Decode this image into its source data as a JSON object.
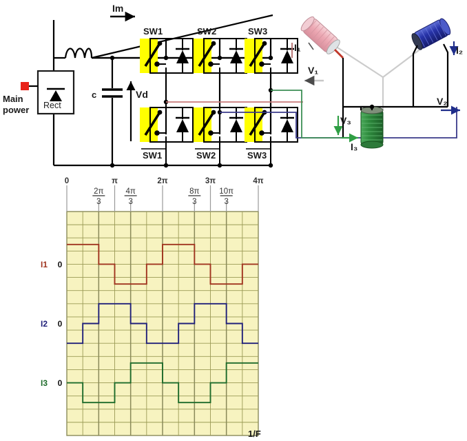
{
  "title": "Three-phase inverter circuit with six-step phase current waveforms",
  "circuit": {
    "source_label_line1": "Main",
    "source_label_line2": "power",
    "rectifier_label": "Rect",
    "capacitor_label": "c",
    "dc_bus_voltage_label": "Vd",
    "motor_current_label": "Im",
    "upper_switches": [
      "SW1",
      "SW2",
      "SW3"
    ],
    "lower_switches": [
      "SW1",
      "SW2",
      "SW3"
    ],
    "lower_switch_overline": true,
    "phase_currents": [
      "I",
      "I",
      "I"
    ],
    "phase_current_labels": [
      "I₁",
      "I₂",
      "I₃"
    ],
    "phase_voltage_labels": [
      "V₁",
      "V₂",
      "V₃"
    ],
    "colors": {
      "phase1": "#c0392b",
      "phase1_coil": "#e9a8b0",
      "phase2": "#1f2d8a",
      "phase2_coil": "#2233aa",
      "phase3": "#1e7a32",
      "phase3_coil": "#2f9e44",
      "source_marker": "#e8231a",
      "switch_highlight": "#ffff00",
      "wire": "#000000"
    }
  },
  "chart_data": {
    "type": "line",
    "subtype": "six-step-square-wave",
    "title": "",
    "xlabel": "1/F",
    "ylabel": "",
    "grid": true,
    "legend_position": "left-axis",
    "background": "#f7f3c0",
    "grid_color": "#9a9a55",
    "x_tick_labels": [
      "0",
      "2π/3",
      "π",
      "4π/3",
      "2π",
      "8π/3",
      "3π",
      "10π/3",
      "4π"
    ],
    "x_tick_values": [
      0,
      2.0943951,
      3.1415927,
      4.1887902,
      6.2831853,
      8.3775804,
      9.424778,
      10.471976,
      12.566371
    ],
    "x_tick_numerators": [
      "0",
      "2π",
      "π",
      "4π",
      "2π",
      "8π",
      "3π",
      "10π",
      "4π"
    ],
    "x_tick_denominators": [
      "",
      "3",
      "",
      "3",
      "",
      "3",
      "",
      "3",
      ""
    ],
    "xlim": [
      0,
      12.566371
    ],
    "ylim": [
      -1.5,
      1.5
    ],
    "grid_columns": 12,
    "grid_rows": 17,
    "zero_label": "0",
    "series": [
      {
        "name": "I1",
        "label": "I1",
        "color": "#a0341f",
        "zero_level": 0,
        "step_x": [
          0,
          2.0943951,
          3.1415927,
          5.2359878,
          6.2831853,
          8.3775804,
          9.424778,
          11.519173,
          12.566371
        ],
        "step_values": [
          1,
          0,
          -1,
          0,
          1,
          1,
          0,
          -1,
          0
        ],
        "steps": [
          {
            "from": 0,
            "to": 2.0943951,
            "value": 1
          },
          {
            "from": 2.0943951,
            "to": 3.1415927,
            "value": 0
          },
          {
            "from": 3.1415927,
            "to": 5.2359878,
            "value": -1
          },
          {
            "from": 5.2359878,
            "to": 6.2831853,
            "value": 0
          },
          {
            "from": 6.2831853,
            "to": 8.3775804,
            "value": 1
          },
          {
            "from": 8.3775804,
            "to": 9.424778,
            "value": 0
          },
          {
            "from": 9.424778,
            "to": 11.519173,
            "value": -1
          },
          {
            "from": 11.519173,
            "to": 12.566371,
            "value": 0
          }
        ]
      },
      {
        "name": "I2",
        "label": "I2",
        "color": "#20207a",
        "zero_level": 0,
        "step_x": [
          0,
          1.0471976,
          2.0943951,
          4.1887902,
          5.2359878,
          7.3303829,
          8.3775804,
          10.471976,
          11.519173,
          12.566371
        ],
        "step_values": [
          -1,
          0,
          1,
          0,
          -1,
          0,
          1,
          0,
          -1,
          -1
        ],
        "steps": [
          {
            "from": 0,
            "to": 1.0471976,
            "value": -1
          },
          {
            "from": 1.0471976,
            "to": 2.0943951,
            "value": 0
          },
          {
            "from": 2.0943951,
            "to": 4.1887902,
            "value": 1
          },
          {
            "from": 4.1887902,
            "to": 5.2359878,
            "value": 0
          },
          {
            "from": 5.2359878,
            "to": 7.3303829,
            "value": -1
          },
          {
            "from": 7.3303829,
            "to": 8.3775804,
            "value": 0
          },
          {
            "from": 8.3775804,
            "to": 10.471976,
            "value": 1
          },
          {
            "from": 10.471976,
            "to": 11.519173,
            "value": 0
          },
          {
            "from": 11.519173,
            "to": 12.566371,
            "value": -1
          }
        ]
      },
      {
        "name": "I3",
        "label": "I3",
        "color": "#1d6b2a",
        "zero_level": 0,
        "step_x": [
          0,
          1.0471976,
          3.1415927,
          4.1887902,
          6.2831853,
          7.3303829,
          9.424778,
          10.471976,
          12.566371
        ],
        "step_values": [
          0,
          -1,
          0,
          1,
          0,
          -1,
          0,
          1,
          1
        ],
        "steps": [
          {
            "from": 0,
            "to": 1.0471976,
            "value": 0
          },
          {
            "from": 1.0471976,
            "to": 3.1415927,
            "value": -1
          },
          {
            "from": 3.1415927,
            "to": 4.1887902,
            "value": 0
          },
          {
            "from": 4.1887902,
            "to": 6.2831853,
            "value": 1
          },
          {
            "from": 6.2831853,
            "to": 7.3303829,
            "value": 0
          },
          {
            "from": 7.3303829,
            "to": 9.424778,
            "value": -1
          },
          {
            "from": 9.424778,
            "to": 10.471976,
            "value": 0
          },
          {
            "from": 10.471976,
            "to": 12.566371,
            "value": 1
          }
        ]
      }
    ]
  }
}
